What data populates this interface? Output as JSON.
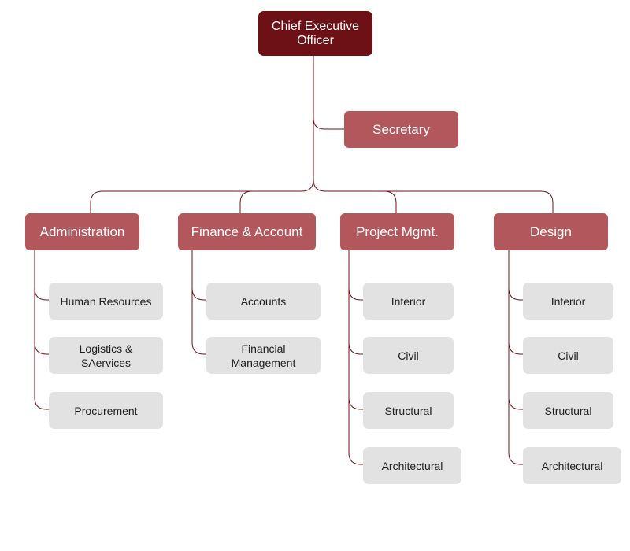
{
  "colors": {
    "ceo": "#6e1116",
    "department": "#b2575c",
    "sub_unit": "#e2e2e3",
    "connector": "#6e1116"
  },
  "ceo": {
    "label": "Chief Executive\nOfficer"
  },
  "secretary": {
    "label": "Secretary"
  },
  "departments": [
    {
      "label": "Administration",
      "units": [
        "Human Resources",
        "Logistics &\nSAervices",
        "Procurement"
      ]
    },
    {
      "label": "Finance & Account",
      "units": [
        "Accounts",
        "Financial\nManagement"
      ]
    },
    {
      "label": "Project Mgmt.",
      "units": [
        "Interior",
        "Civil",
        "Structural",
        "Architectural"
      ]
    },
    {
      "label": "Design",
      "units": [
        "Interior",
        "Civil",
        "Structural",
        "Architectural"
      ]
    }
  ]
}
